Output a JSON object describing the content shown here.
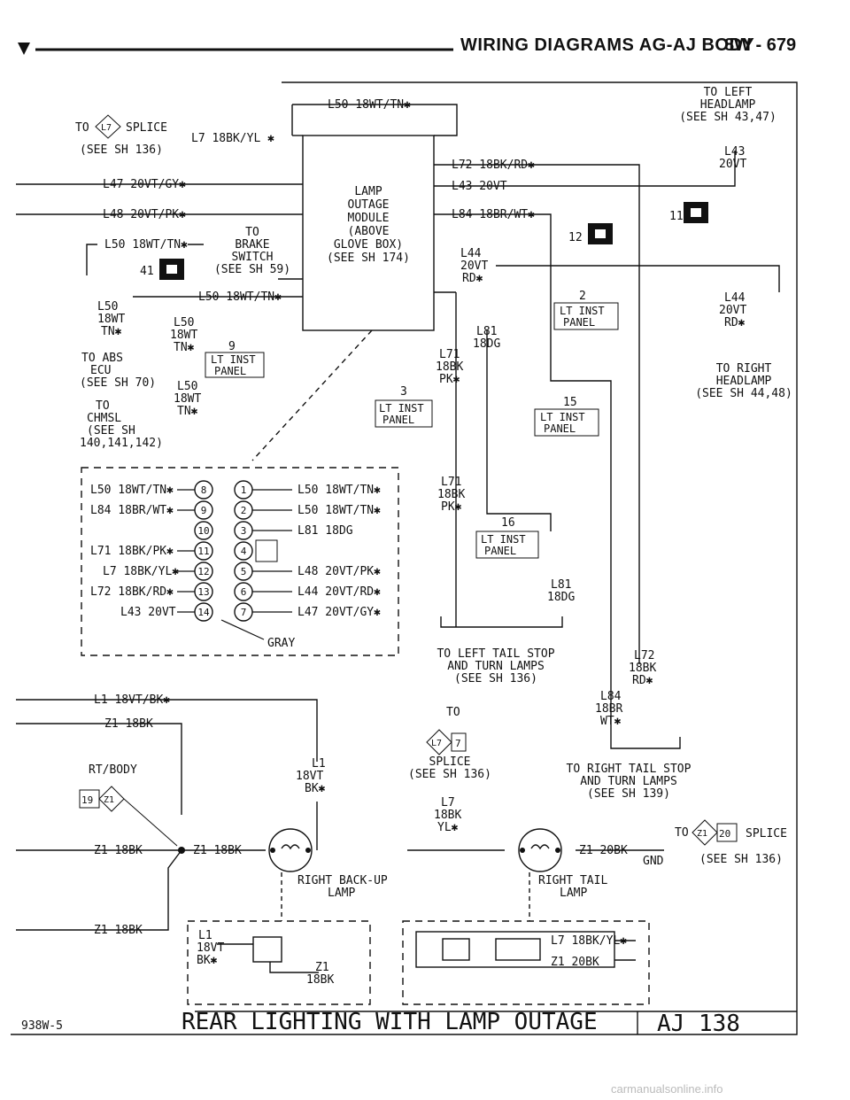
{
  "header": {
    "title": "WIRING DIAGRAMS AG-AJ BODY",
    "page": "8W - 679"
  },
  "footer": {
    "code": "938W-5",
    "title": "REAR LIGHTING WITH LAMP OUTAGE",
    "sheet": "AJ 138"
  },
  "watermark": "carmanualsonline.info",
  "module": {
    "lines": [
      "LAMP",
      "OUTAGE",
      "MODULE",
      "(ABOVE",
      "GLOVE BOX)",
      "(SEE SH 174)"
    ]
  },
  "left_labels": {
    "to_l7_splice_to": "TO",
    "to_l7_splice_badge": "L7",
    "to_l7_splice_word": "SPLICE",
    "to_l7_splice_ref": "(SEE SH 136)",
    "l7_wire": "L7 18BK/YL ✱",
    "l47": "L47 20VT/GY✱",
    "l48": "L48 20VT/PK✱",
    "l50_top": "L50 18WT/TN✱",
    "l50_brake": "L50 18WT/TN✱",
    "brake_switch": [
      "TO",
      "BRAKE",
      "SWITCH",
      "(SEE SH 59)"
    ],
    "connector_41": "41",
    "l50_mid": "L50 18WT/TN✱",
    "l50_stack_a": [
      "L50",
      "18WT",
      "TN✱"
    ],
    "l50_stack_b": [
      "L50",
      "18WT",
      "TN✱"
    ],
    "l50_stack_c": [
      "L50",
      "18WT",
      "TN✱"
    ],
    "to_abs": [
      "TO ABS",
      "ECU",
      "(SEE SH 70)"
    ],
    "to_chmsl": [
      "TO",
      "CHMSL",
      "(SEE SH",
      "140,141,142)"
    ],
    "lt_inst_9": "9",
    "lt_inst": [
      "LT INST",
      "PANEL"
    ]
  },
  "right_labels": {
    "l72": "L72 18BK/RD✱",
    "l43": "L43 20VT",
    "l84": "L84 18BR/WT✱",
    "to_left_headlamp": [
      "TO LEFT",
      "HEADLAMP",
      "(SEE SH 43,47)"
    ],
    "l43_stack": [
      "L43",
      "20VT"
    ],
    "connector_11": "11",
    "connector_12": "12",
    "l44_stack": [
      "L44",
      "20VT",
      "RD✱"
    ],
    "l44_right": [
      "L44",
      "20VT",
      "RD✱"
    ],
    "to_right_headlamp": [
      "TO RIGHT",
      "HEADLAMP",
      "(SEE SH 44,48)"
    ],
    "l81_stack": [
      "L81",
      "18DG"
    ],
    "l71_stack": [
      "L71",
      "18BK",
      "PK✱"
    ],
    "l71_stack2": [
      "L71",
      "18BK",
      "PK✱"
    ],
    "inst_2": "2",
    "inst_3": "3",
    "inst_15": "15",
    "inst_16": "16",
    "l81_lower": [
      "L81",
      "18DG"
    ],
    "to_left_tail": [
      "TO LEFT TAIL STOP",
      "AND TURN LAMPS",
      "(SEE SH 136)"
    ],
    "l72_stack": [
      "L72",
      "18BK",
      "RD✱"
    ],
    "l84_stack": [
      "L84",
      "18BR",
      "WT✱"
    ],
    "to_l7_to": "TO",
    "to_l7_badge": "L7",
    "to_l7_num": "7",
    "to_l7_splice": [
      "SPLICE",
      "(SEE SH 136)"
    ],
    "to_right_tail": [
      "TO RIGHT TAIL STOP",
      "AND TURN LAMPS",
      "(SEE SH 139)"
    ],
    "l7_stack": [
      "L7",
      "18BK",
      "YL✱"
    ],
    "z1_20bk": "Z1 20BK",
    "gnd": "GND",
    "to_z1_to": "TO",
    "to_z1_badge": "Z1",
    "to_z1_num": "20",
    "to_z1_splice": "SPLICE",
    "to_z1_ref": "(SEE SH 136)",
    "right_tail_lamp": [
      "RIGHT TAIL",
      "LAMP"
    ],
    "rt_l7": "L7 18BK/YL✱",
    "rt_z1": "Z1 20BK"
  },
  "connector": {
    "left_wires": [
      "L50 18WT/TN✱",
      "L84 18BR/WT✱",
      "",
      "L71 18BK/PK✱",
      "L7 18BK/YL✱",
      "L72 18BK/RD✱",
      "L43 20VT"
    ],
    "left_pins": [
      "8",
      "9",
      "10",
      "11",
      "12",
      "13",
      "14"
    ],
    "right_pins": [
      "1",
      "2",
      "3",
      "4",
      "5",
      "6",
      "7"
    ],
    "right_wires": [
      "L50 18WT/TN✱",
      "L50 18WT/TN✱",
      "L81 18DG",
      "",
      "L48 20VT/PK✱",
      "L44 20VT/RD✱",
      "L47 20VT/GY✱"
    ],
    "color": "GRAY"
  },
  "lower": {
    "l1": "L1 18VT/BK✱",
    "z1_a": "Z1 18BK",
    "rt_body": "RT/BODY",
    "badge_19": "19",
    "badge_z1": "Z1",
    "z1_b": "Z1 18BK",
    "z1_c": "Z1 18BK",
    "z1_d": "Z1 18BK",
    "l1_stack": [
      "L1",
      "18VT",
      "BK✱"
    ],
    "backup_lamp": [
      "RIGHT BACK-UP",
      "LAMP"
    ],
    "bu_l1": [
      "L1",
      "18VT",
      "BK✱"
    ],
    "bu_z1": [
      "Z1",
      "18BK"
    ]
  }
}
